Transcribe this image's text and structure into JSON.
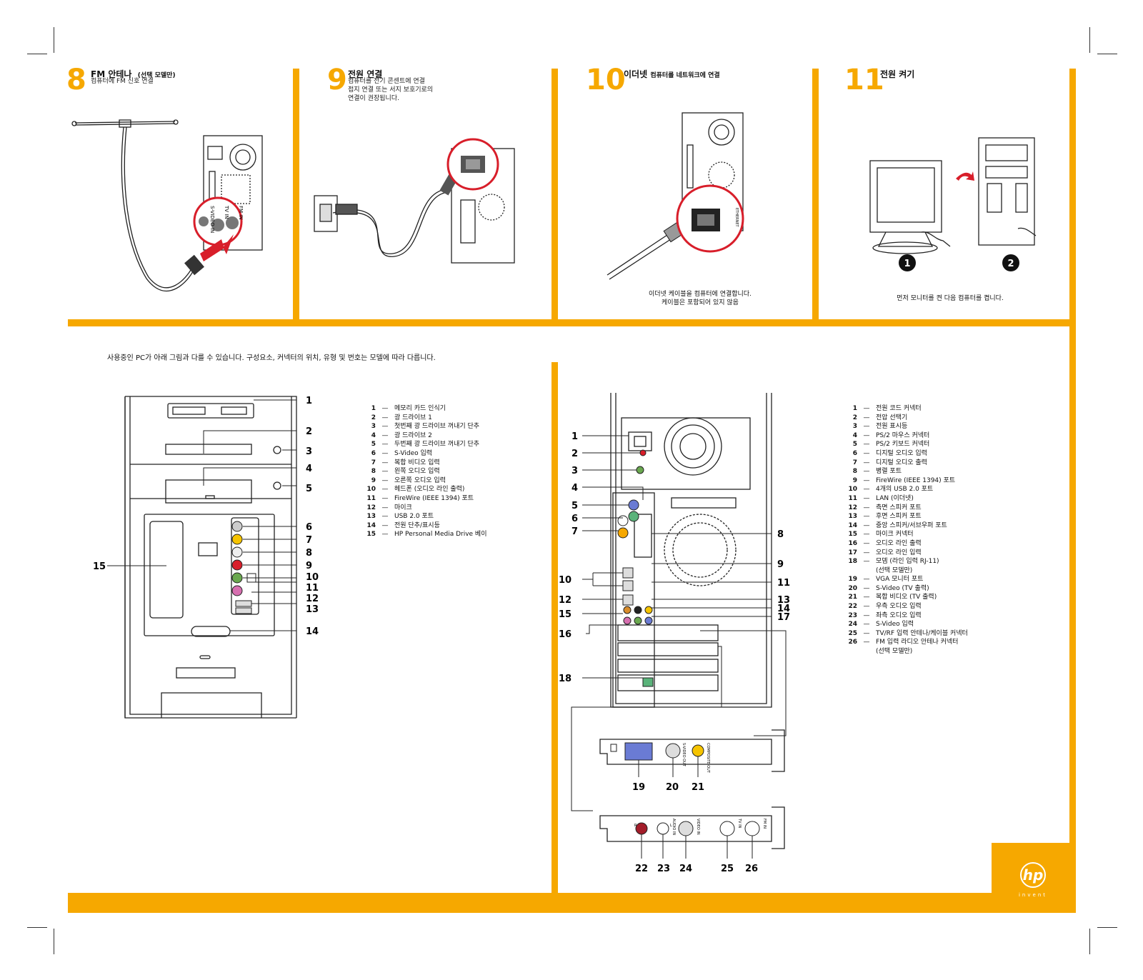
{
  "colors": {
    "accent": "#f6a800",
    "alert_red": "#d81e2a",
    "line": "#222222"
  },
  "steps": [
    {
      "num": "8",
      "title": "FM 안테나",
      "title_note": "(선택 모델만)",
      "subtitle": "컴퓨터에 FM 신호 연결",
      "caption": ""
    },
    {
      "num": "9",
      "title": "전원 연결",
      "title_note": "",
      "subtitle": "컴퓨터를 전기 콘센트에 연결\n접지 연결 또는 서지 보호기로의\n연결이 권장됩니다.",
      "caption": ""
    },
    {
      "num": "10",
      "title": "이더넷",
      "title_note": "컴퓨터를 네트워크에 연결",
      "subtitle": "",
      "caption": "이더넷 케이블을 컴퓨터에 연결합니다.\n케이블은 포함되어 있지 않음"
    },
    {
      "num": "11",
      "title": "전원 켜기",
      "title_note": "",
      "subtitle": "",
      "caption": "먼저 모니터를 켠 다음 컴퓨터를 켭니다."
    }
  ],
  "step8_labels": {
    "fm_in": "FM IN",
    "tv_in": "TV IN",
    "s_video_in": "S-VIDEO IN"
  },
  "step10_labels": {
    "ethernet": "ETHERNET"
  },
  "step11_labels": {
    "first": "1",
    "second": "2"
  },
  "note": "사용중인 PC가 아래 그림과 다를 수 있습니다. 구성요소, 커넥터의 위치, 유형 및 번호는 모델에 따라 다릅니다.",
  "front_legend": [
    {
      "n": "1",
      "t": "메모리 카드 인식기"
    },
    {
      "n": "2",
      "t": "광 드라이브 1"
    },
    {
      "n": "3",
      "t": "첫번째 광 드라이브 꺼내기 단추"
    },
    {
      "n": "4",
      "t": "광 드라이브 2"
    },
    {
      "n": "5",
      "t": "두번째 광 드라이브 꺼내기 단추"
    },
    {
      "n": "6",
      "t": "S-Video 입력"
    },
    {
      "n": "7",
      "t": "복합 비디오 입력"
    },
    {
      "n": "8",
      "t": "왼쪽 오디오 입력"
    },
    {
      "n": "9",
      "t": "오른쪽 오디오 입력"
    },
    {
      "n": "10",
      "t": "헤드폰 (오디오 라인 출력)"
    },
    {
      "n": "11",
      "t": "FireWire (IEEE 1394) 포트"
    },
    {
      "n": "12",
      "t": "마이크"
    },
    {
      "n": "13",
      "t": "USB 2.0 포트"
    },
    {
      "n": "14",
      "t": "전원 단추/표시등"
    },
    {
      "n": "15",
      "t": "HP Personal Media Drive 베이"
    }
  ],
  "back_legend": [
    {
      "n": "1",
      "t": "전원 코드 커넥터"
    },
    {
      "n": "2",
      "t": "전압 선택기"
    },
    {
      "n": "3",
      "t": "전원 표시등"
    },
    {
      "n": "4",
      "t": "PS/2 마우스 커넥터"
    },
    {
      "n": "5",
      "t": "PS/2 키보드 커넥터"
    },
    {
      "n": "6",
      "t": "디지털 오디오 입력"
    },
    {
      "n": "7",
      "t": "디지털 오디오 출력"
    },
    {
      "n": "8",
      "t": "병렬 포트"
    },
    {
      "n": "9",
      "t": "FireWire (IEEE 1394) 포트"
    },
    {
      "n": "10",
      "t": "4개의 USB 2.0 포트"
    },
    {
      "n": "11",
      "t": "LAN (이더넷)"
    },
    {
      "n": "12",
      "t": "측면 스피커 포트"
    },
    {
      "n": "13",
      "t": "후면 스피커 포트"
    },
    {
      "n": "14",
      "t": "중앙 스피커/서브우퍼 포트"
    },
    {
      "n": "15",
      "t": "마이크 커넥터"
    },
    {
      "n": "16",
      "t": "오디오 라인 출력"
    },
    {
      "n": "17",
      "t": "오디오 라인 입력"
    },
    {
      "n": "18",
      "t": "모뎀 (라인 입력 RJ-11)"
    },
    {
      "n": "",
      "t": "(선택 모델만)"
    },
    {
      "n": "19",
      "t": "VGA 모니터 포트"
    },
    {
      "n": "20",
      "t": "S-Video (TV 출력)"
    },
    {
      "n": "21",
      "t": "복합 비디오 (TV 출력)"
    },
    {
      "n": "22",
      "t": "우측 오디오 입력"
    },
    {
      "n": "23",
      "t": "좌측 오디오 입력"
    },
    {
      "n": "24",
      "t": "S-Video 입력"
    },
    {
      "n": "25",
      "t": "TV/RF 입력 안테나/케이블 커넥터"
    },
    {
      "n": "26",
      "t": "FM 입력 라디오 안테나 커넥터"
    },
    {
      "n": "",
      "t": "(선택 모델만)"
    }
  ],
  "front_callouts": [
    "1",
    "2",
    "3",
    "4",
    "5",
    "6",
    "7",
    "8",
    "9",
    "10",
    "11",
    "12",
    "13",
    "14",
    "15"
  ],
  "back_callouts": [
    "1",
    "2",
    "3",
    "4",
    "5",
    "6",
    "7",
    "8",
    "9",
    "10",
    "11",
    "12",
    "13",
    "14",
    "15",
    "16",
    "17",
    "18"
  ],
  "card1_callouts": [
    "19",
    "20",
    "21"
  ],
  "card2_callouts": [
    "22",
    "23",
    "24",
    "25",
    "26"
  ],
  "card1_labels": {
    "s_video_out": "S-VIDEO OUT",
    "composite_out": "COMPOSITE OUT"
  },
  "card2_labels": {
    "r": "R",
    "l": "L",
    "audio_in": "AUDIO IN",
    "video_in": "VIDEO IN",
    "tv_in": "TV IN",
    "fm_in": "FM IN"
  },
  "logo": {
    "mark": "hp",
    "tagline": "invent"
  }
}
